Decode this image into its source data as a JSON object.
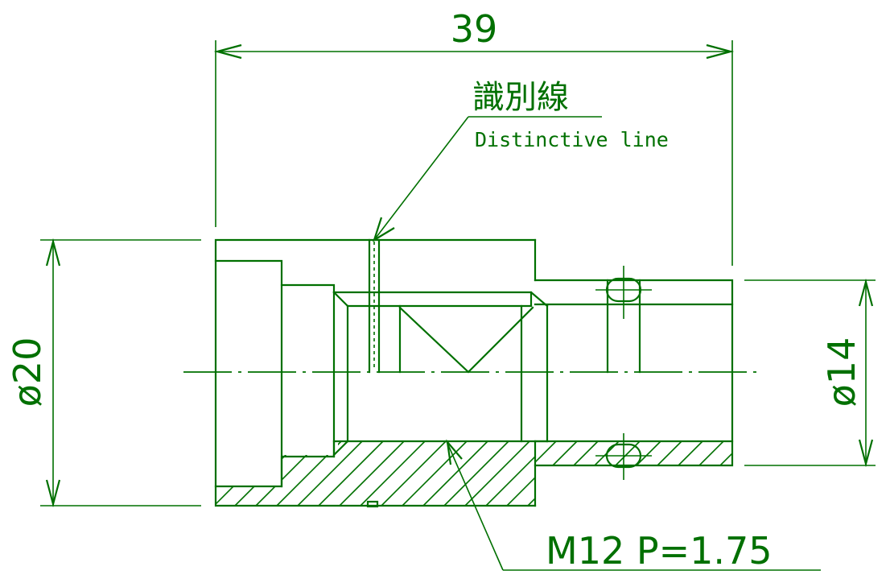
{
  "colors": {
    "ink": "#007000",
    "background": "#ffffff"
  },
  "dimensions": {
    "overall_length": "39",
    "large_diameter": "ø20",
    "small_diameter": "ø14"
  },
  "annotations": {
    "identification_line_jp": "識別線",
    "identification_line_en": "Distinctive line",
    "thread_spec": "M12 P=1.75"
  }
}
